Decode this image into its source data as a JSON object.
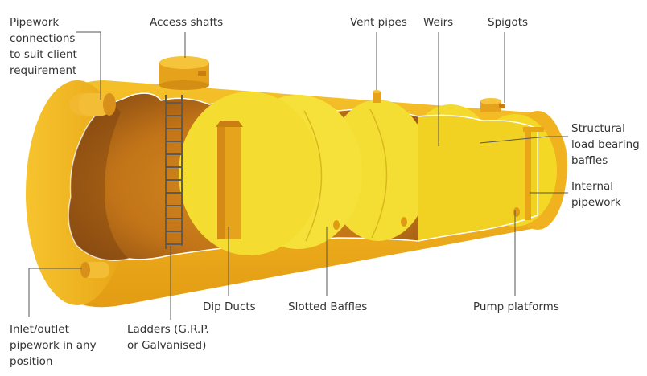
{
  "colors": {
    "shell_outer": "#f0b21e",
    "shell_shadow": "#e09a12",
    "interior_wall": "#c87818",
    "interior_dark": "#8c4e12",
    "baffle_yellow": "#f2dc2a",
    "baffle_light": "#f6e64a",
    "leader_line": "#555555",
    "label_text": "#333333"
  },
  "labels": {
    "pipework": [
      "Pipework",
      "connections",
      "to suit client",
      "requirement"
    ],
    "access_shafts": "Access shafts",
    "vent_pipes": "Vent pipes",
    "weirs": "Weirs",
    "spigots": "Spigots",
    "structural": [
      "Structural",
      "load bearing",
      "baffles"
    ],
    "internal_pipework": [
      "Internal",
      "pipework"
    ],
    "dip_ducts": "Dip Ducts",
    "slotted_baffles": "Slotted Baffles",
    "pump_platforms": "Pump platforms",
    "inlet_outlet": [
      "Inlet/outlet",
      "pipework in any",
      "position"
    ],
    "ladders": [
      "Ladders (G.R.P.",
      "or Galvanised)"
    ]
  }
}
